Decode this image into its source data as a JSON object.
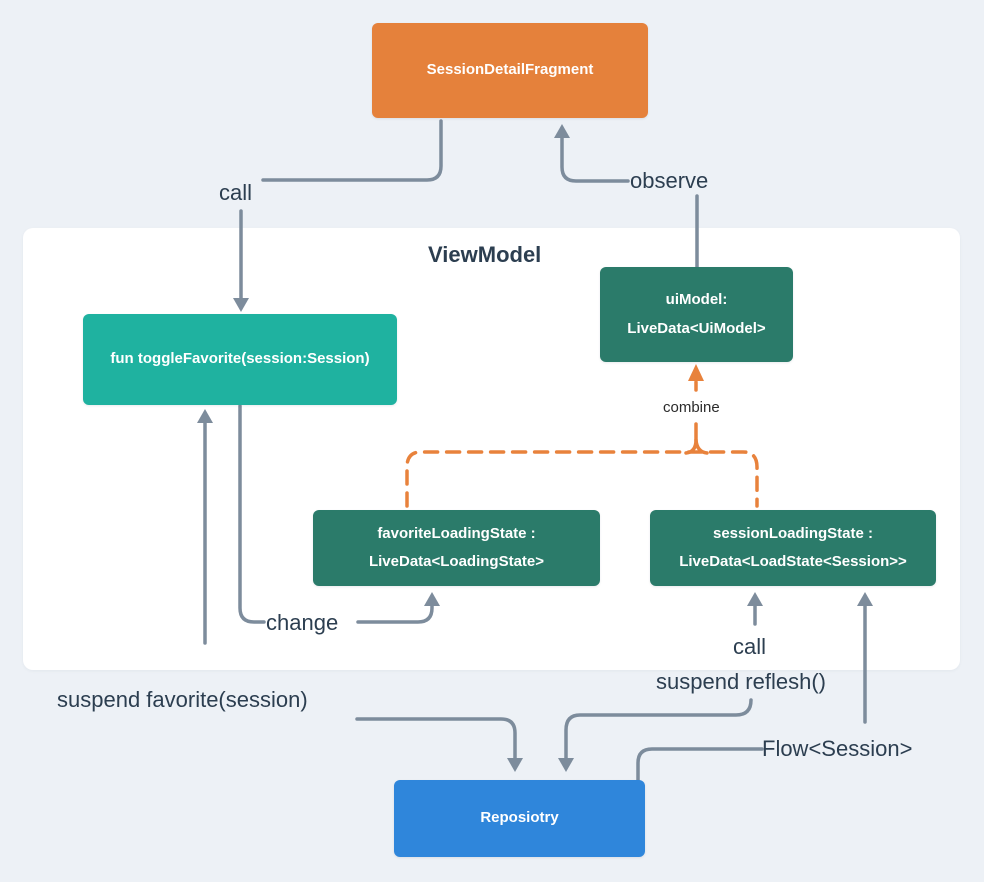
{
  "colors": {
    "bg": "#EDF1F6",
    "panel": "#FFFFFF",
    "arrow": "#7D8C9C",
    "accent": "#E8823C",
    "orange_node": "#E5813B",
    "teal_node": "#1FB2A0",
    "green_node": "#2B7B6A",
    "blue_node": "#2F86DB",
    "label": "#2C3E50"
  },
  "nodes": {
    "fragment": {
      "label": "SessionDetailFragment"
    },
    "viewmodel": {
      "title": "ViewModel"
    },
    "toggle_favorite": {
      "label": "fun toggleFavorite(session:Session)"
    },
    "ui_model": {
      "line1": "uiModel:",
      "line2": "LiveData<UiModel>"
    },
    "favorite_loading_state": {
      "line1": "favoriteLoadingState :",
      "line2": "LiveData<LoadingState>"
    },
    "session_loading_state": {
      "line1": "sessionLoadingState :",
      "line2": "LiveData<LoadState<Session>>"
    },
    "repository": {
      "label": "Reposiotry"
    }
  },
  "edge_labels": {
    "call_top": "call",
    "observe": "observe",
    "combine": "combine",
    "change": "change",
    "call_bottom": "call",
    "suspend_favorite": "suspend favorite(session)",
    "suspend_reflesh": "suspend reflesh()",
    "flow_session": "Flow<Session>"
  }
}
